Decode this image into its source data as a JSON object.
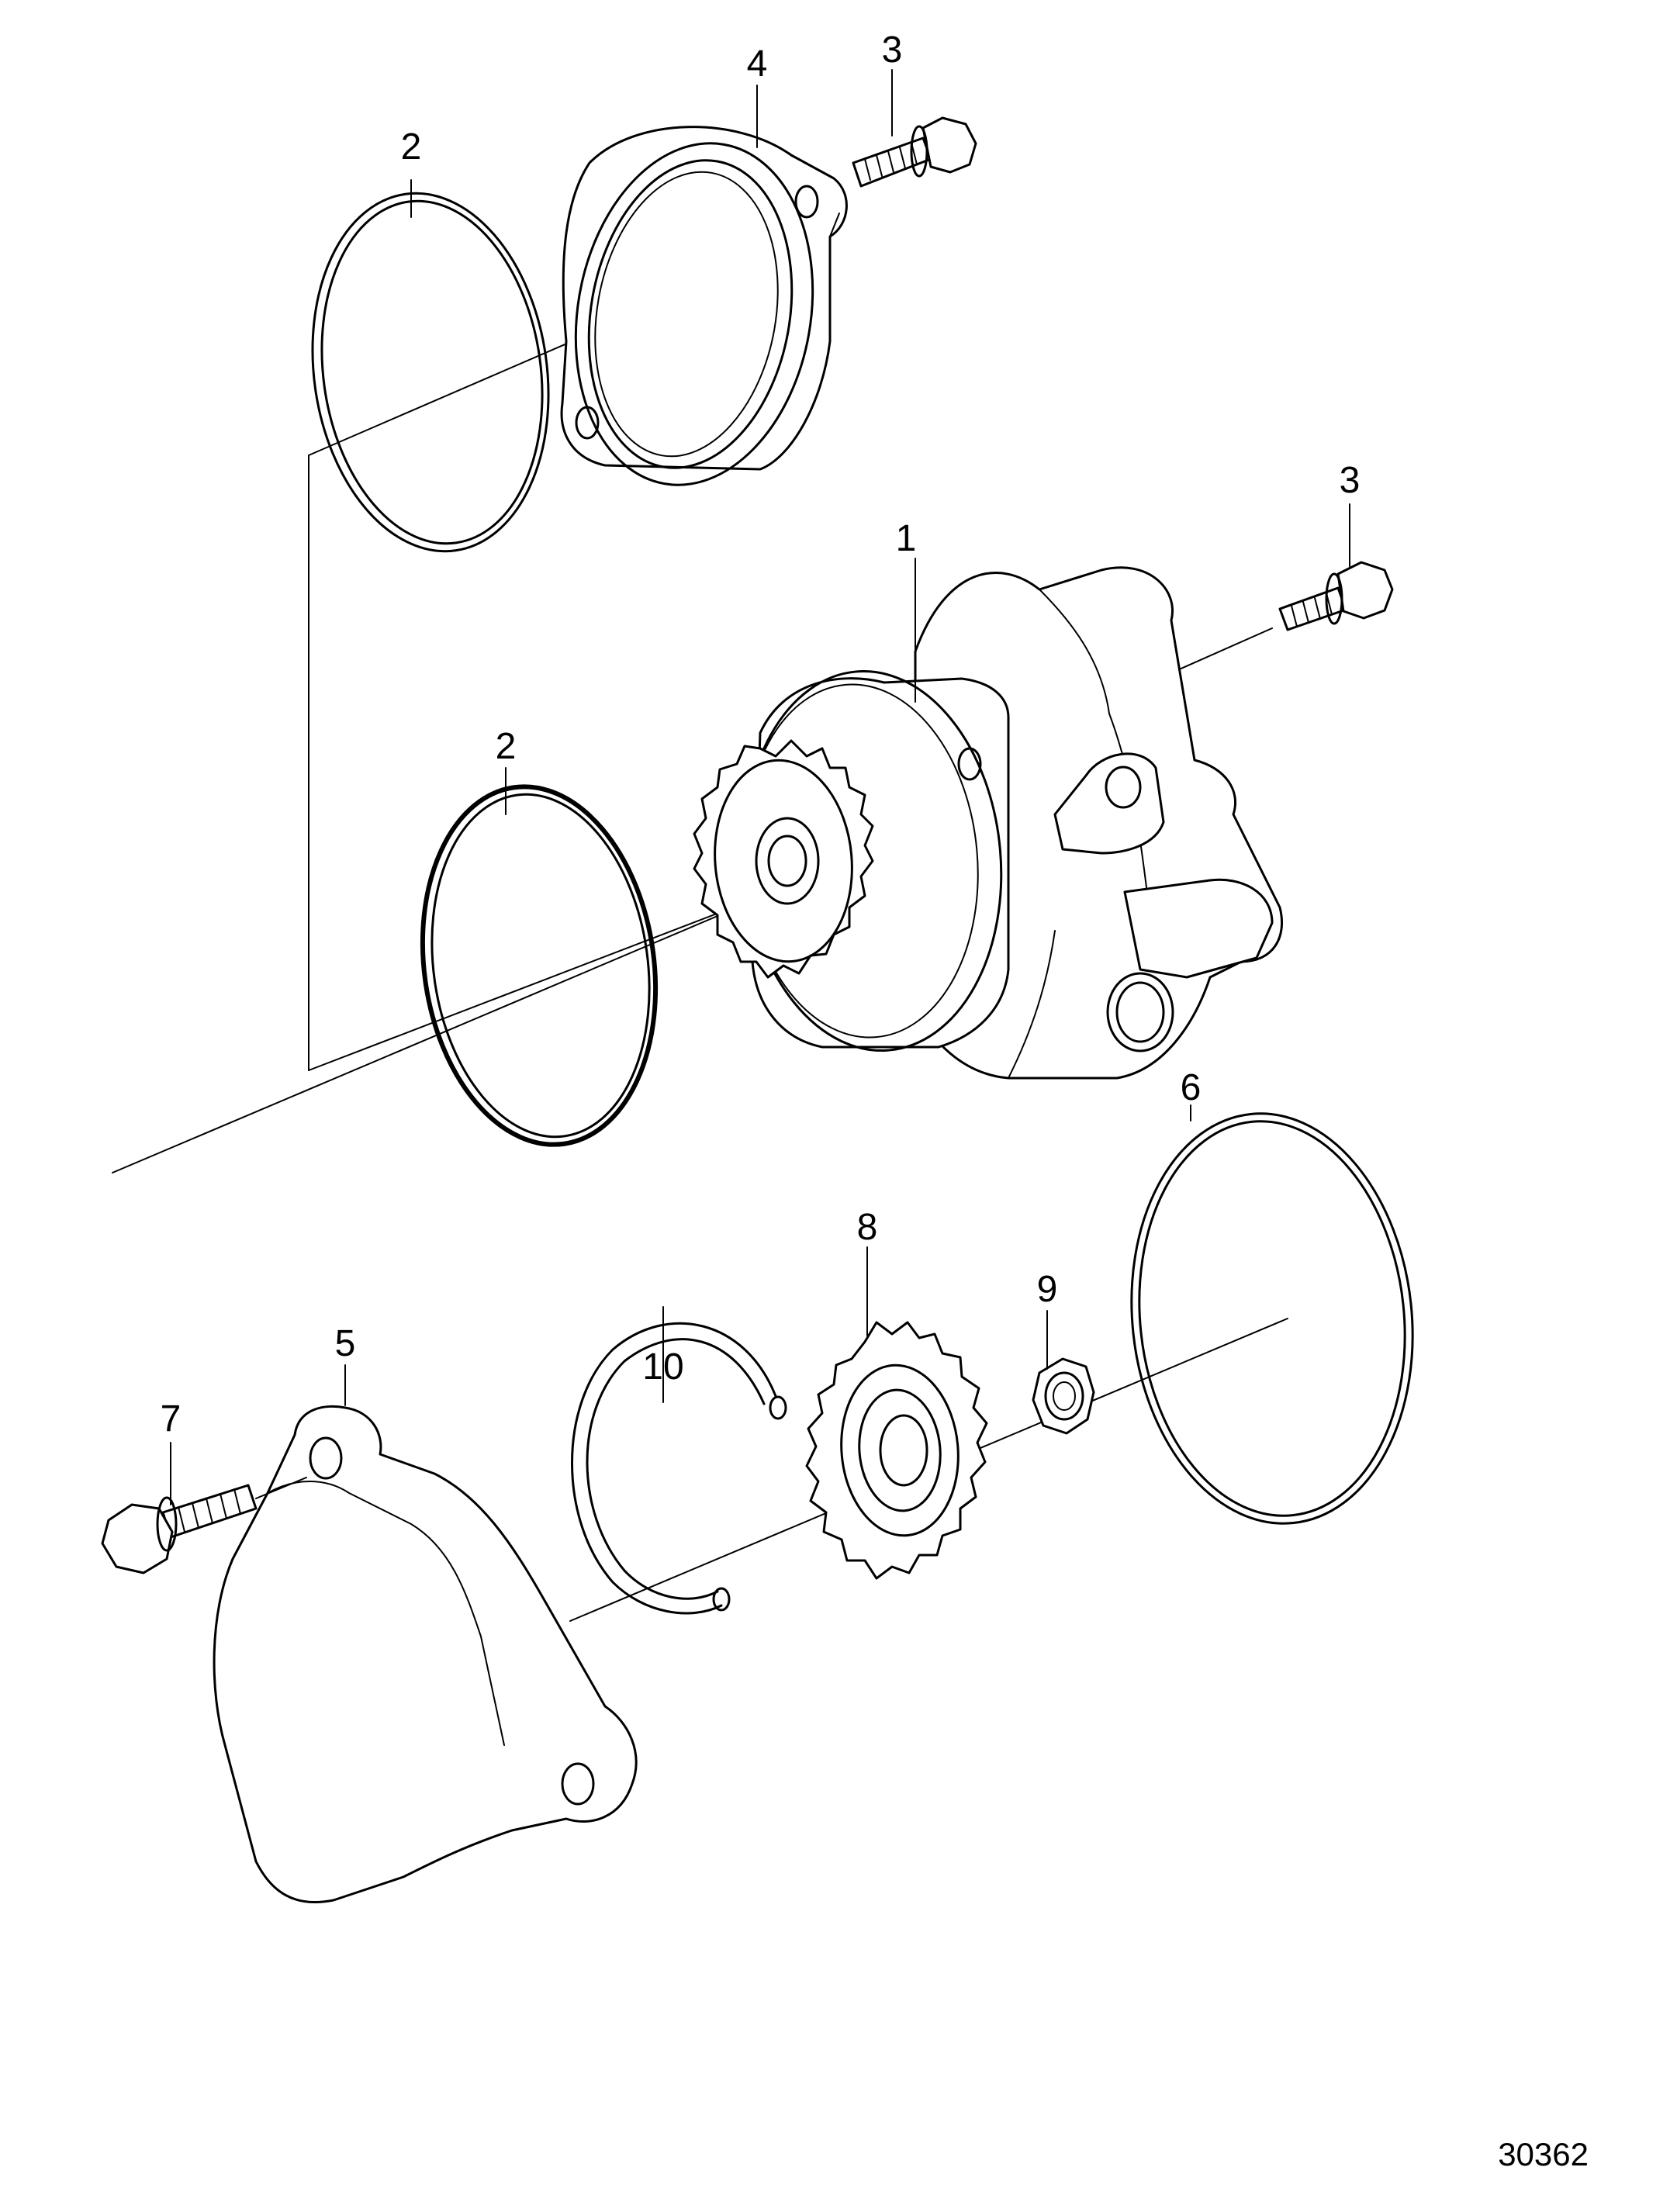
{
  "diagram": {
    "type": "exploded parts diagram",
    "callouts": [
      {
        "id": "c2-top",
        "label": "2"
      },
      {
        "id": "c4",
        "label": "4"
      },
      {
        "id": "c3-top",
        "label": "3"
      },
      {
        "id": "c3-mid",
        "label": "3"
      },
      {
        "id": "c1",
        "label": "1"
      },
      {
        "id": "c2-mid",
        "label": "2"
      },
      {
        "id": "c6",
        "label": "6"
      },
      {
        "id": "c8",
        "label": "8"
      },
      {
        "id": "c9",
        "label": "9"
      },
      {
        "id": "c5",
        "label": "5"
      },
      {
        "id": "c10",
        "label": "10"
      },
      {
        "id": "c7",
        "label": "7"
      }
    ],
    "drawing_number": "30362"
  }
}
